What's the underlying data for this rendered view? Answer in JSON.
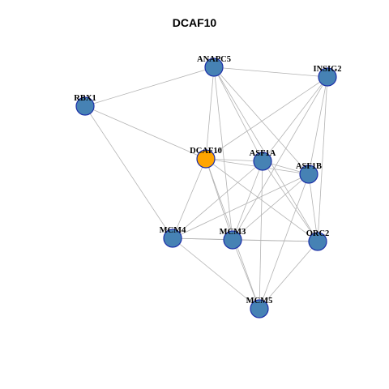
{
  "title": "DCAF10",
  "colors": {
    "node_default": "#4682b4",
    "node_focus": "#ffa500",
    "node_border": "#1c2fa8",
    "edge": "#b3b3b3"
  },
  "nodes": [
    {
      "id": "ANAPC5",
      "label": "ANAPC5",
      "focus": false
    },
    {
      "id": "INSIG2",
      "label": "INSIG2",
      "focus": false
    },
    {
      "id": "RBX1",
      "label": "RBX1",
      "focus": false
    },
    {
      "id": "DCAF10",
      "label": "DCAF10",
      "focus": true
    },
    {
      "id": "ASF1A",
      "label": "ASF1A",
      "focus": false
    },
    {
      "id": "ASF1B",
      "label": "ASF1B",
      "focus": false
    },
    {
      "id": "MCM4",
      "label": "MCM4",
      "focus": false
    },
    {
      "id": "MCM3",
      "label": "MCM3",
      "focus": false
    },
    {
      "id": "ORC2",
      "label": "ORC2",
      "focus": false
    },
    {
      "id": "MCM5",
      "label": "MCM5",
      "focus": false
    }
  ],
  "edges": [
    [
      "RBX1",
      "ANAPC5"
    ],
    [
      "RBX1",
      "DCAF10"
    ],
    [
      "RBX1",
      "MCM4"
    ],
    [
      "ANAPC5",
      "INSIG2"
    ],
    [
      "ANAPC5",
      "DCAF10"
    ],
    [
      "ANAPC5",
      "ASF1A"
    ],
    [
      "ANAPC5",
      "ASF1B"
    ],
    [
      "ANAPC5",
      "MCM3"
    ],
    [
      "ANAPC5",
      "ORC2"
    ],
    [
      "INSIG2",
      "DCAF10"
    ],
    [
      "INSIG2",
      "ASF1A"
    ],
    [
      "INSIG2",
      "ASF1B"
    ],
    [
      "INSIG2",
      "ORC2"
    ],
    [
      "INSIG2",
      "MCM3"
    ],
    [
      "DCAF10",
      "ASF1A"
    ],
    [
      "DCAF10",
      "ASF1B"
    ],
    [
      "DCAF10",
      "MCM4"
    ],
    [
      "DCAF10",
      "MCM3"
    ],
    [
      "DCAF10",
      "MCM5"
    ],
    [
      "DCAF10",
      "ORC2"
    ],
    [
      "ASF1A",
      "ASF1B"
    ],
    [
      "ASF1A",
      "MCM4"
    ],
    [
      "ASF1A",
      "MCM3"
    ],
    [
      "ASF1A",
      "MCM5"
    ],
    [
      "ASF1A",
      "ORC2"
    ],
    [
      "ASF1B",
      "MCM4"
    ],
    [
      "ASF1B",
      "MCM3"
    ],
    [
      "ASF1B",
      "ORC2"
    ],
    [
      "ASF1B",
      "MCM5"
    ],
    [
      "MCM4",
      "MCM3"
    ],
    [
      "MCM4",
      "ORC2"
    ],
    [
      "MCM4",
      "MCM5"
    ],
    [
      "MCM3",
      "MCM5"
    ],
    [
      "MCM3",
      "ORC2"
    ],
    [
      "ORC2",
      "MCM5"
    ]
  ]
}
